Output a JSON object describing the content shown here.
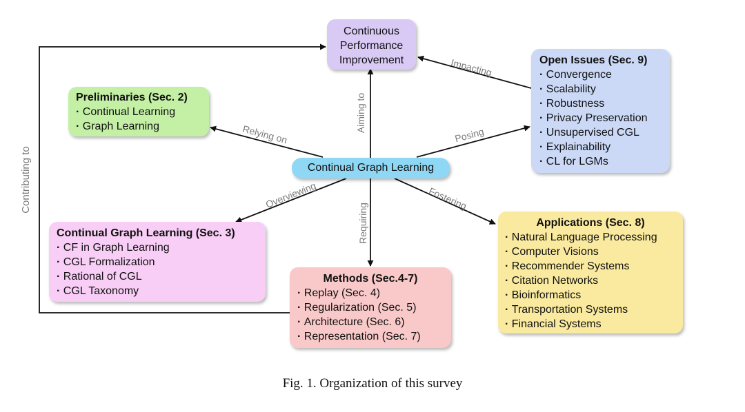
{
  "diagram": {
    "goal": {
      "lines": [
        "Continuous",
        "Performance",
        "Improvement"
      ],
      "color": "#d9c9f5"
    },
    "center": {
      "label": "Continual Graph Learning",
      "color": "#8fd8f5"
    },
    "preliminaries": {
      "title": "Preliminaries (Sec. 2)",
      "items": [
        "Continual Learning",
        "Graph Learning"
      ],
      "color": "#c4f0a6"
    },
    "open_issues": {
      "title": "Open Issues (Sec. 9)",
      "items": [
        "Convergence",
        "Scalability",
        "Robustness",
        "Privacy Preservation",
        "Unsupervised CGL",
        "Explainability",
        "CL for LGMs"
      ],
      "color": "#cbd9f7"
    },
    "cgl": {
      "title": "Continual Graph Learning (Sec. 3)",
      "items": [
        "CF in Graph Learning",
        "CGL Formalization",
        "Rational of CGL",
        "CGL Taxonomy"
      ],
      "color": "#f8cdf6"
    },
    "methods": {
      "title": "Methods (Sec.4-7)",
      "items": [
        "Replay (Sec. 4)",
        "Regularization (Sec. 5)",
        "Architecture (Sec. 6)",
        "Representation (Sec. 7)"
      ],
      "color": "#f8c9c8"
    },
    "applications": {
      "title": "Applications (Sec. 8)",
      "items": [
        "Natural Language Processing",
        "Computer Visions",
        "Recommender Systems",
        "Citation Networks",
        "Bioinformatics",
        "Transportation Systems",
        "Financial Systems"
      ],
      "color": "#faea9f"
    },
    "edges": {
      "impacting": "Impacting",
      "aiming_to": "Aiming to",
      "relying_on": "Relying on",
      "posing": "Posing",
      "overviewing": "Overviewing",
      "requiring": "Requiring",
      "fostering": "Fostering",
      "contributing_to": "Contributing to"
    }
  },
  "caption": "Fig. 1.  Organization of this survey"
}
